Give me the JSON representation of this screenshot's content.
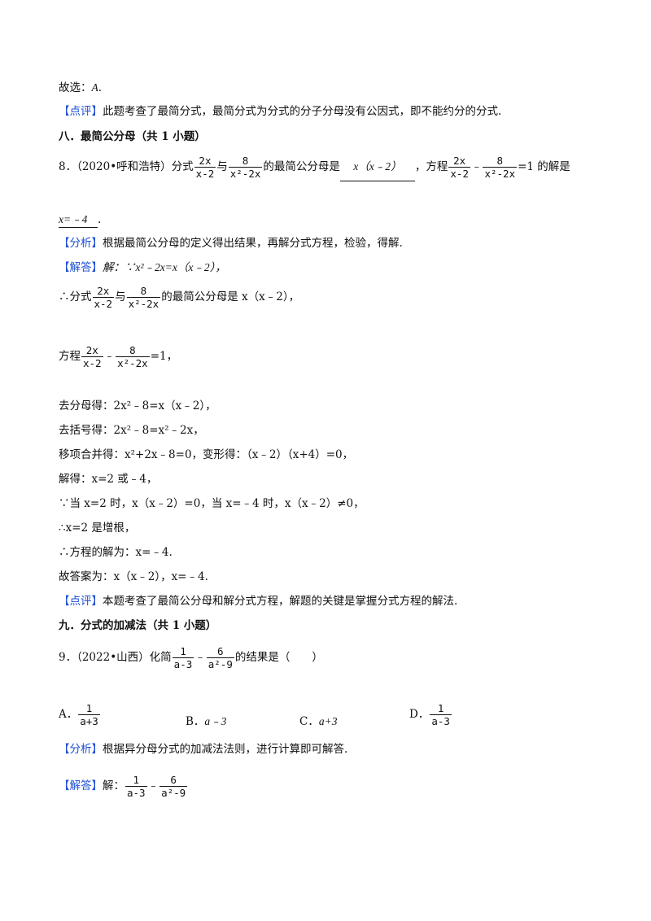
{
  "prev": {
    "answer_label": "故选：",
    "answer_value": "A",
    "comment_tag": "【点评】",
    "comment_text": "此题考查了最简分式，最简分式为分式的分子分母没有公因式，即不能约分的分式."
  },
  "section8": {
    "heading": "八．最简公分母（共 1 小题）",
    "q_no": "8．",
    "q_source": "（2020•呼和浩特）",
    "q_t1": "分式",
    "frac1_num": "2x",
    "frac1_den": "x-2",
    "q_t2": "与",
    "frac2_num": "8",
    "frac2_den": "x²-2x",
    "q_t3": "的最简公分母是",
    "blank1": "x（x﹣2）",
    "q_t4": "，方程",
    "q_t5": "﹣",
    "q_t6": "=1 的解是",
    "blank2": "x=﹣4",
    "q_end": ".",
    "analysis_tag": "【分析】",
    "analysis_text": "根据最简公分母的定义得出结果，再解分式方程，检验，得解.",
    "solution_tag": "【解答】",
    "sol_line1": "解：∵x²﹣2x=x（x﹣2），",
    "sol_line2_pre": "∴分式",
    "sol_line2_mid": "与",
    "sol_line2_post": "的最简公分母是 x（x﹣2），",
    "sol_line3_pre": "方程",
    "sol_line3_eq": "=1",
    "sol_line3_post": "，",
    "steps": [
      "去分母得：2x²﹣8=x（x﹣2），",
      "去括号得：2x²﹣8=x²﹣2x，",
      "移项合并得：x²+2x﹣8=0，变形得：（x﹣2）（x+4）=0，",
      "解得：x=2 或﹣4，",
      "∵当 x=2 时，x（x﹣2）=0，当 x=﹣4 时，x（x﹣2）≠0，",
      "∴x=2 是增根，",
      "∴方程的解为：x=﹣4.",
      "故答案为：x（x﹣2），x=﹣4."
    ],
    "comment_tag": "【点评】",
    "comment_text": "本题考查了最简公分母和解分式方程，解题的关键是掌握分式方程的解法."
  },
  "section9": {
    "heading": "九．分式的加减法（共 1 小题）",
    "q_no": "9．",
    "q_source": "（2022•山西）",
    "q_t1": "化简",
    "frac1_num": "1",
    "frac1_den": "a-3",
    "q_minus": "﹣",
    "frac2_num": "6",
    "frac2_den": "a²-9",
    "q_t2": "的结果是（　　）",
    "opt_a_label": "A．",
    "opt_a_num": "1",
    "opt_a_den": "a+3",
    "opt_b_label": "B．",
    "opt_b_text": "a﹣3",
    "opt_c_label": "C．",
    "opt_c_text": "a+3",
    "opt_d_label": "D．",
    "opt_d_num": "1",
    "opt_d_den": "a-3",
    "analysis_tag": "【分析】",
    "analysis_text": "根据异分母分式的加减法法则，进行计算即可解答.",
    "solution_tag": "【解答】",
    "sol_pre": "解：",
    "sol_minus": "﹣"
  }
}
